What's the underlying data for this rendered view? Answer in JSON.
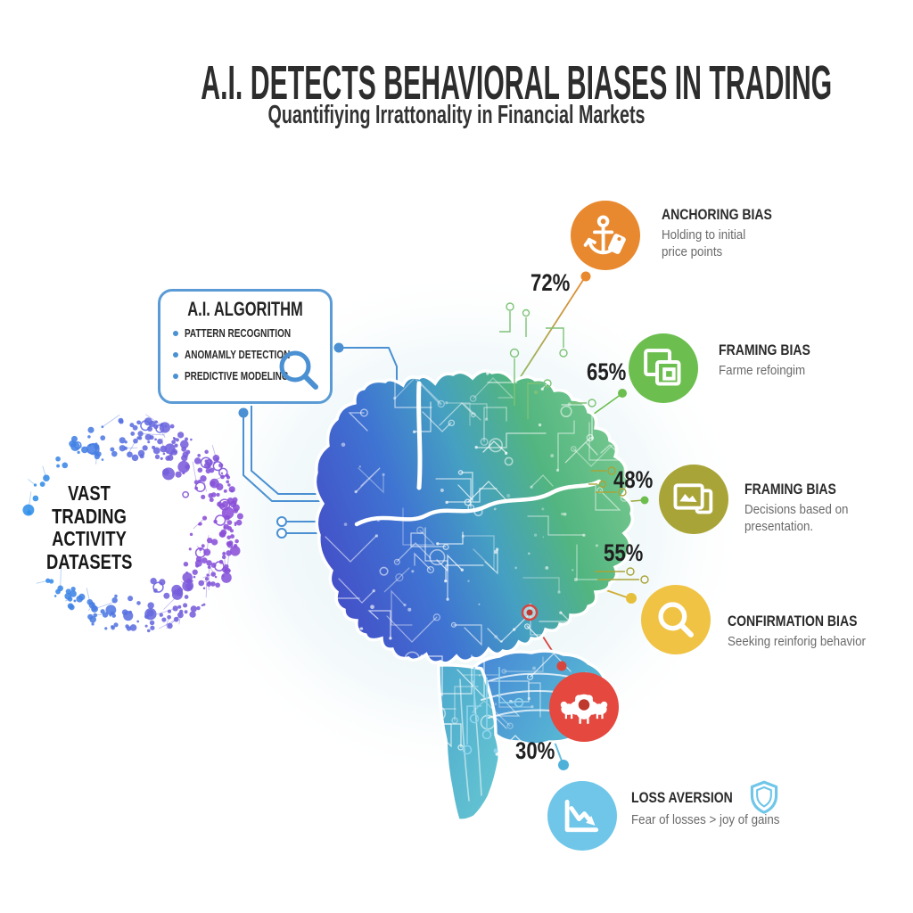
{
  "header": {
    "title": "A.I. DETECTS BEHAVIORAL BIASES IN TRADING",
    "subtitle": "Quantifiying Irrattonality in Financial Markets"
  },
  "dataset_ring": {
    "line1": "VAST",
    "line2": "TRADING",
    "line3": "ACTIVITY",
    "line4": "DATASETS"
  },
  "algorithm_box": {
    "title": "A.I. ALGORITHM",
    "bullet1": "PATTERN RECOGNITION",
    "bullet2": "ANOMAMLY DETECTION",
    "bullet3": "PREDICTIVE MODELING",
    "icon": "magnifier-icon"
  },
  "biases": [
    {
      "title": "ANCHORING BIAS",
      "desc": "Holding to initial price points",
      "percent": "72%",
      "color": "#E8892F",
      "icon": "anchor-icon"
    },
    {
      "title": "FRAMING BIAS",
      "desc": "Farme refoingim",
      "percent": "65%",
      "color": "#6CBE4F",
      "icon": "frames-icon"
    },
    {
      "title": "FRAMING BIAS",
      "desc": "Decisions based on presentation.",
      "percent": "48%",
      "color": "#A9A437",
      "icon": "images-icon"
    },
    {
      "title": "CONFIRMATION BIAS",
      "desc": "Seeking reinforig behavior",
      "percent": "55%",
      "color": "#F0C344",
      "icon": "magnifier-icon"
    },
    {
      "title": "",
      "desc": "",
      "percent": "",
      "color": "#E4483F",
      "icon": "sheep-herd-icon"
    },
    {
      "title": "LOSS AVERSION",
      "desc": "Fear of losses > joy of gains",
      "percent": "30%",
      "color": "#6FC6E9",
      "icon": "declining-chart-icon",
      "badge": "shield-icon"
    }
  ],
  "colors": {
    "box_border": "#5B9BD5",
    "connector_blue": "#4A90D2",
    "brain_blue": "#4450C8",
    "brain_green": "#74C795",
    "ring_blue": "#2F8FE8",
    "ring_purple": "#8B4FD8"
  }
}
